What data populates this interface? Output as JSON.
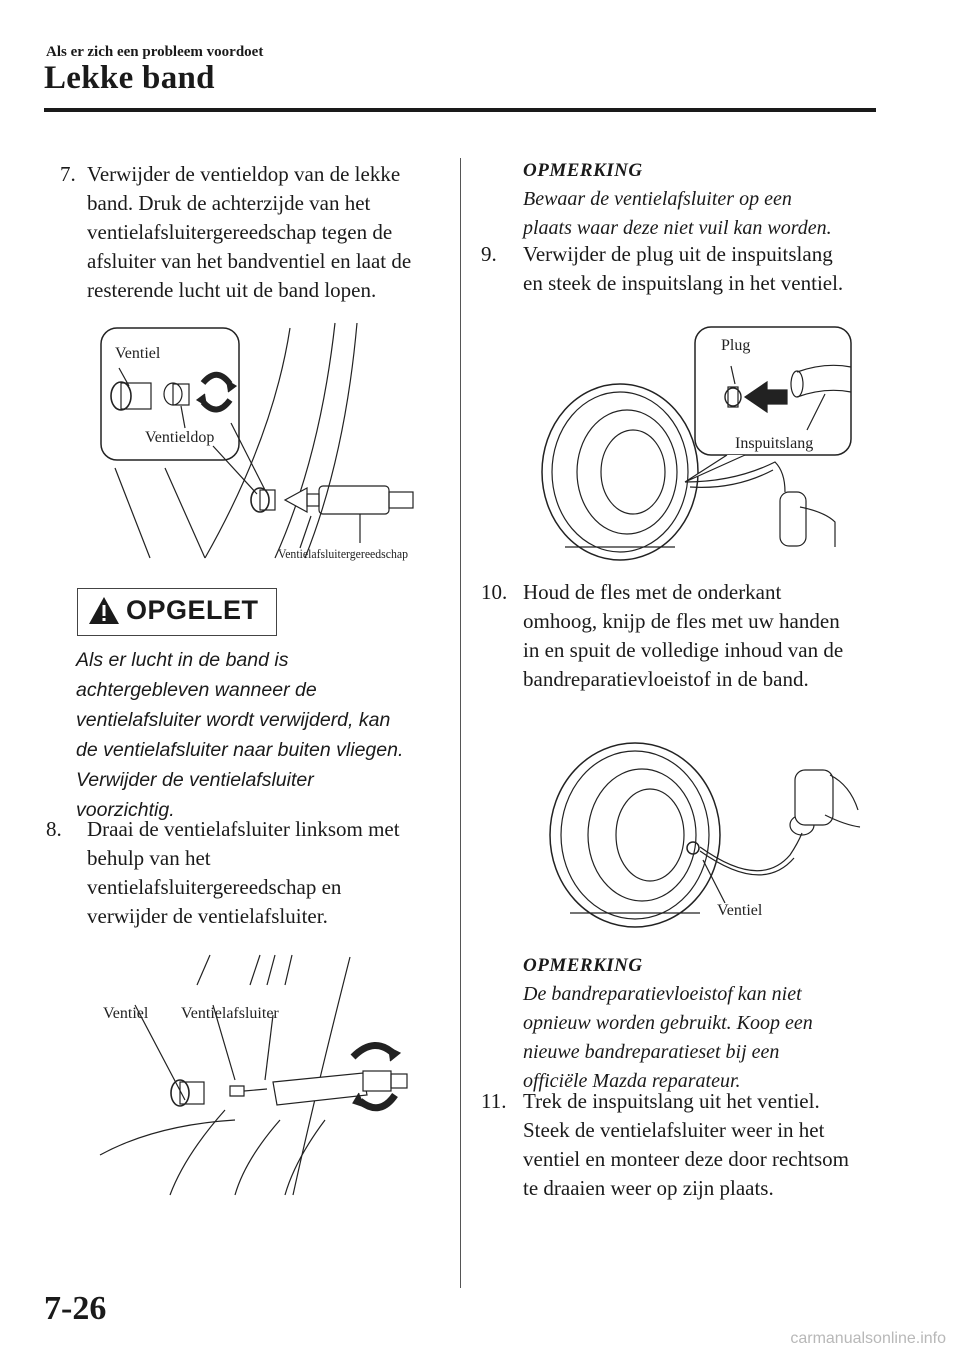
{
  "header": {
    "section": "Als er zich een probleem voordoet",
    "title": "Lekke band"
  },
  "left": {
    "step7": {
      "num": "7.",
      "lines": [
        "Verwijder de ventieldop van de lekke",
        "band. Druk de achterzijde van het",
        "ventielafsluitergereedschap tegen de",
        "afsluiter van het bandventiel en laat de",
        "resterende lucht uit de band lopen."
      ]
    },
    "fig1": {
      "label_valve": "Ventiel",
      "label_cap": "Ventieldop",
      "label_tool": "Ventielafsluitergereedschap"
    },
    "caution": {
      "title": "OPGELET",
      "lines": [
        "Als er lucht in de band is",
        "achtergebleven wanneer de",
        "ventielafsluiter wordt verwijderd, kan",
        "de ventielafsluiter naar buiten vliegen.",
        "Verwijder de ventielafsluiter",
        "voorzichtig."
      ]
    },
    "step8": {
      "num": "8.",
      "lines": [
        "Draai de ventielafsluiter linksom met",
        "behulp van het",
        "ventielafsluitergereedschap en",
        "verwijder de ventielafsluiter."
      ]
    },
    "fig2": {
      "label_valve": "Ventiel",
      "label_core": "Ventielafsluiter"
    }
  },
  "right": {
    "note1": {
      "head": "OPMERKING",
      "lines": [
        "Bewaar de ventielafsluiter op een",
        "plaats waar deze niet vuil kan worden."
      ]
    },
    "step9": {
      "num": "9.",
      "lines": [
        "Verwijder de plug uit de inspuitslang",
        "en steek de inspuitslang in het ventiel."
      ]
    },
    "fig3": {
      "label_plug": "Plug",
      "label_hose": "Inspuitslang"
    },
    "step10": {
      "num": "10.",
      "lines": [
        "Houd de fles met de onderkant",
        "omhoog, knijp de fles met uw handen",
        "in en spuit de volledige inhoud van de",
        "bandreparatievloeistof in de band."
      ]
    },
    "fig4": {
      "label_valve": "Ventiel"
    },
    "note2": {
      "head": "OPMERKING",
      "lines": [
        "De bandreparatievloeistof kan niet",
        "opnieuw worden gebruikt. Koop een",
        "nieuwe bandreparatieset bij een",
        "officiële Mazda reparateur."
      ]
    },
    "step11": {
      "num": "11.",
      "lines": [
        "Trek de inspuitslang uit het ventiel.",
        "Steek de ventielafsluiter weer in het",
        "ventiel en monteer deze door rechtsom",
        "te draaien weer op zijn plaats."
      ]
    }
  },
  "footer": {
    "page_number": "7-26",
    "watermark": "carmanualsonline.info"
  }
}
